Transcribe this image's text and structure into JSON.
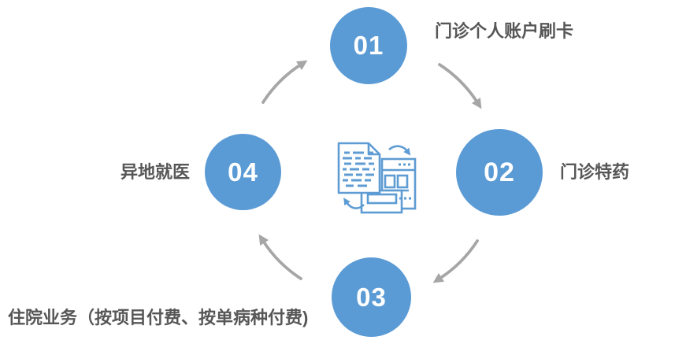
{
  "diagram": {
    "type": "cycle",
    "flow": "01 → 02 → 03 → 04 → 01 (clockwise)",
    "center_icon": "document-exchange-icon",
    "steps": [
      {
        "number": "01",
        "position": "top",
        "label": "门诊个人账户刷卡"
      },
      {
        "number": "02",
        "position": "right",
        "label": "门诊特药"
      },
      {
        "number": "03",
        "position": "bottom",
        "label": "住院业务（按项目付费、按单病种付费)"
      },
      {
        "number": "04",
        "position": "left",
        "label": "异地就医"
      }
    ],
    "colors": {
      "circle_fill": "#5B9BD5",
      "circle_number": "#FFFFFF",
      "label_text": "#575757",
      "arrow": "#A6A6A6",
      "icon_stroke": "#5E9CD3",
      "background": "#FFFFFF"
    }
  }
}
